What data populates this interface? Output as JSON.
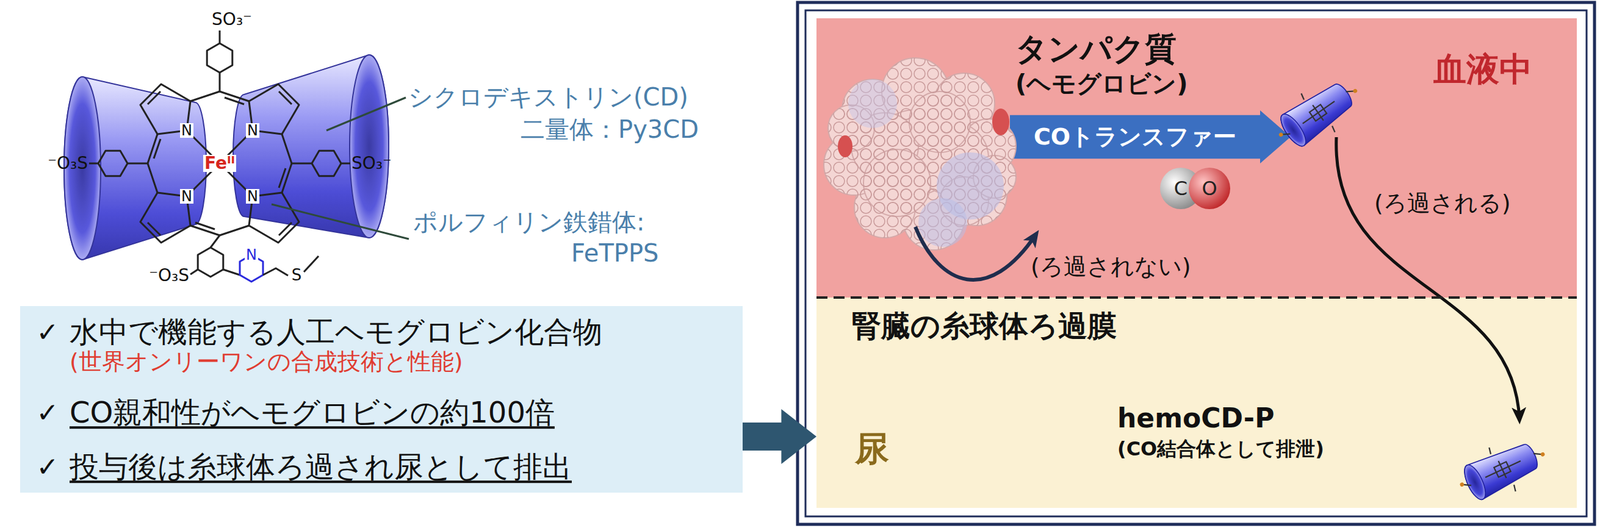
{
  "diagram": {
    "nodes": [
      {
        "text": [
          "水中で機能する人工ヘモグロビン化合物",
          "(世界オンリーワンの合成技術と性能)",
          "CO親和性がヘモグロビンの約100倍",
          "投与後は糸球体ろ過され尿として排出"
        ]
      },
      {
        "text": [
          "血液中"
        ]
      },
      {
        "text": [
          "COトランスファー"
        ],
        "in": 1
      },
      {
        "text": [
          "腎臓の糸球体ろ過膜",
          "尿"
        ]
      }
    ],
    "edges": [
      {
        "from": 0,
        "to": 3,
        "arrow": "to"
      }
    ],
    "labels": [
      "シクロデキストリン(CD)",
      "二量体：Py3CD",
      "ポルフィリン鉄錯体:",
      "FeTPPS",
      "SO₃⁻",
      "⁻O₃S",
      "SO₃⁻",
      "⁻O₃S",
      "Feᴵᴵ",
      "N",
      "N",
      "N",
      "N",
      "N",
      "S",
      "✓",
      "✓",
      "✓",
      "タンパク質",
      "(ヘモグロビン)",
      "C",
      "O",
      "(ろ過される)",
      "(ろ過されない)",
      "hemoCD-P",
      "(CO結合体として排泄)"
    ]
  }
}
